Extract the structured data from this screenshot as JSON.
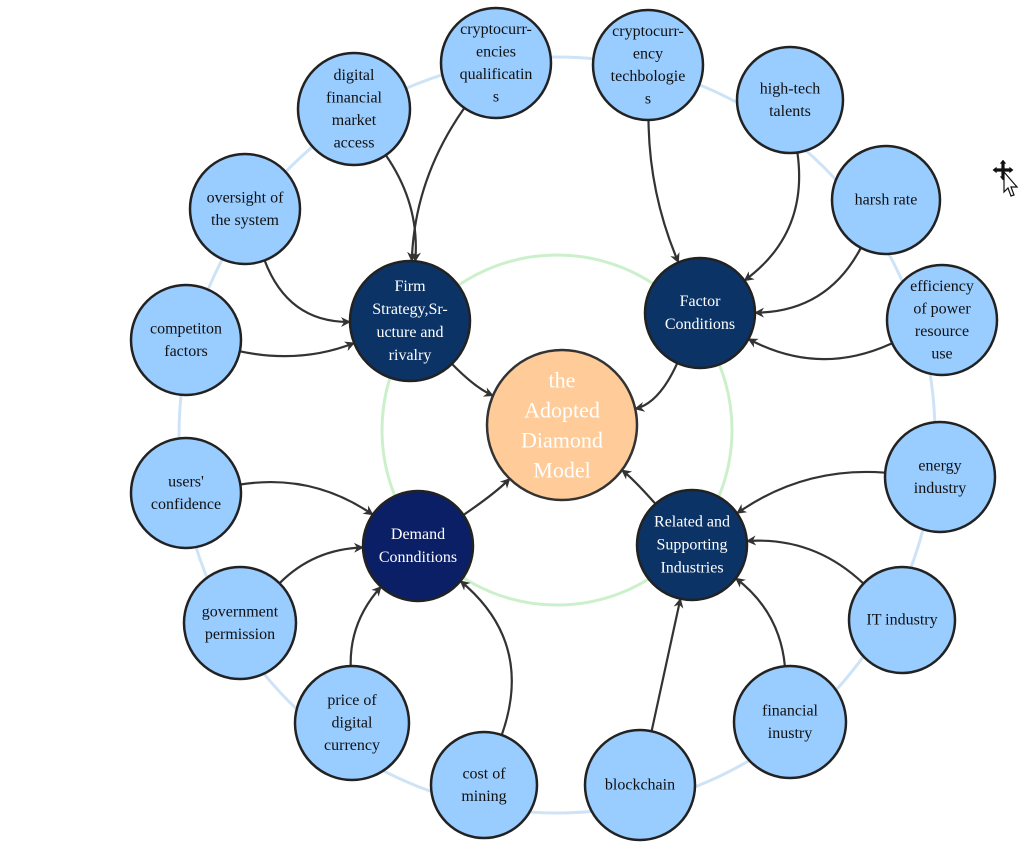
{
  "diagram": {
    "center": {
      "id": "center",
      "lines": [
        "the",
        "Adopted",
        "Diamond",
        "Model"
      ],
      "fill": "#ffcc99",
      "text_color": "#ffffff"
    },
    "hubs": [
      {
        "id": "firm",
        "lines": [
          "Firm",
          "Strategy,Sr-",
          "ucture and",
          "rivalry"
        ],
        "fill": "#0b3366"
      },
      {
        "id": "factor",
        "lines": [
          "Factor",
          "Conditions"
        ],
        "fill": "#0b3366"
      },
      {
        "id": "demand",
        "lines": [
          "Demand",
          "Connditions"
        ],
        "fill": "#0a1f66"
      },
      {
        "id": "related",
        "lines": [
          "Related and",
          "Supporting",
          "Industries"
        ],
        "fill": "#0b3366"
      }
    ],
    "leaves": [
      {
        "id": "digital-financial-market-access",
        "lines": [
          "digital",
          "financial",
          "market",
          "access"
        ]
      },
      {
        "id": "cryptocurrencies-qualifications",
        "lines": [
          "cryptocurr-",
          "encies",
          "qualificatin",
          "s"
        ]
      },
      {
        "id": "cryptocurrency-technologies",
        "lines": [
          "cryptocurr-",
          "ency",
          "techbologie",
          "s"
        ]
      },
      {
        "id": "high-tech-talents",
        "lines": [
          "high-tech",
          "talents"
        ]
      },
      {
        "id": "harsh-rate",
        "lines": [
          "harsh  rate"
        ]
      },
      {
        "id": "efficiency-of-power-resource-use",
        "lines": [
          "efficiency",
          "of power",
          "resource",
          "use"
        ]
      },
      {
        "id": "oversight-of-the-system",
        "lines": [
          "oversight of",
          "the system"
        ]
      },
      {
        "id": "competition-factors",
        "lines": [
          "competiton",
          "factors"
        ]
      },
      {
        "id": "users-confidence",
        "lines": [
          "users'",
          "confidence"
        ]
      },
      {
        "id": "government-permission",
        "lines": [
          "government",
          "permission"
        ]
      },
      {
        "id": "price-of-digital-currency",
        "lines": [
          "price of",
          "digital",
          "currency"
        ]
      },
      {
        "id": "cost-of-mining",
        "lines": [
          "cost of",
          "mining"
        ]
      },
      {
        "id": "blockchain",
        "lines": [
          "blockchain"
        ]
      },
      {
        "id": "financial-industry",
        "lines": [
          "financial",
          "inustry"
        ]
      },
      {
        "id": "it-industry",
        "lines": [
          "IT industry"
        ]
      },
      {
        "id": "energy-industry",
        "lines": [
          "energy",
          "industry"
        ]
      }
    ],
    "edges": [
      {
        "from": "digital-financial-market-access",
        "to": "firm"
      },
      {
        "from": "cryptocurrencies-qualifications",
        "to": "firm"
      },
      {
        "from": "oversight-of-the-system",
        "to": "firm"
      },
      {
        "from": "competition-factors",
        "to": "firm"
      },
      {
        "from": "cryptocurrency-technologies",
        "to": "factor"
      },
      {
        "from": "high-tech-talents",
        "to": "factor"
      },
      {
        "from": "harsh-rate",
        "to": "factor"
      },
      {
        "from": "efficiency-of-power-resource-use",
        "to": "factor"
      },
      {
        "from": "users-confidence",
        "to": "demand"
      },
      {
        "from": "government-permission",
        "to": "demand"
      },
      {
        "from": "price-of-digital-currency",
        "to": "demand"
      },
      {
        "from": "cost-of-mining",
        "to": "demand"
      },
      {
        "from": "energy-industry",
        "to": "related"
      },
      {
        "from": "it-industry",
        "to": "related"
      },
      {
        "from": "financial-industry",
        "to": "related"
      },
      {
        "from": "blockchain",
        "to": "related"
      },
      {
        "from": "firm",
        "to": "center"
      },
      {
        "from": "factor",
        "to": "center"
      },
      {
        "from": "demand",
        "to": "center"
      },
      {
        "from": "related",
        "to": "center"
      }
    ],
    "colors": {
      "leaf_fill": "#99ccff",
      "node_stroke": "#222222",
      "edge": "#333333",
      "outer_ring": "#cfe3f7",
      "inner_ring": "#ccf0cc",
      "hub_text": "#ffffff",
      "leaf_text": "#111111"
    },
    "cursor_icon": "move-cursor-icon"
  }
}
